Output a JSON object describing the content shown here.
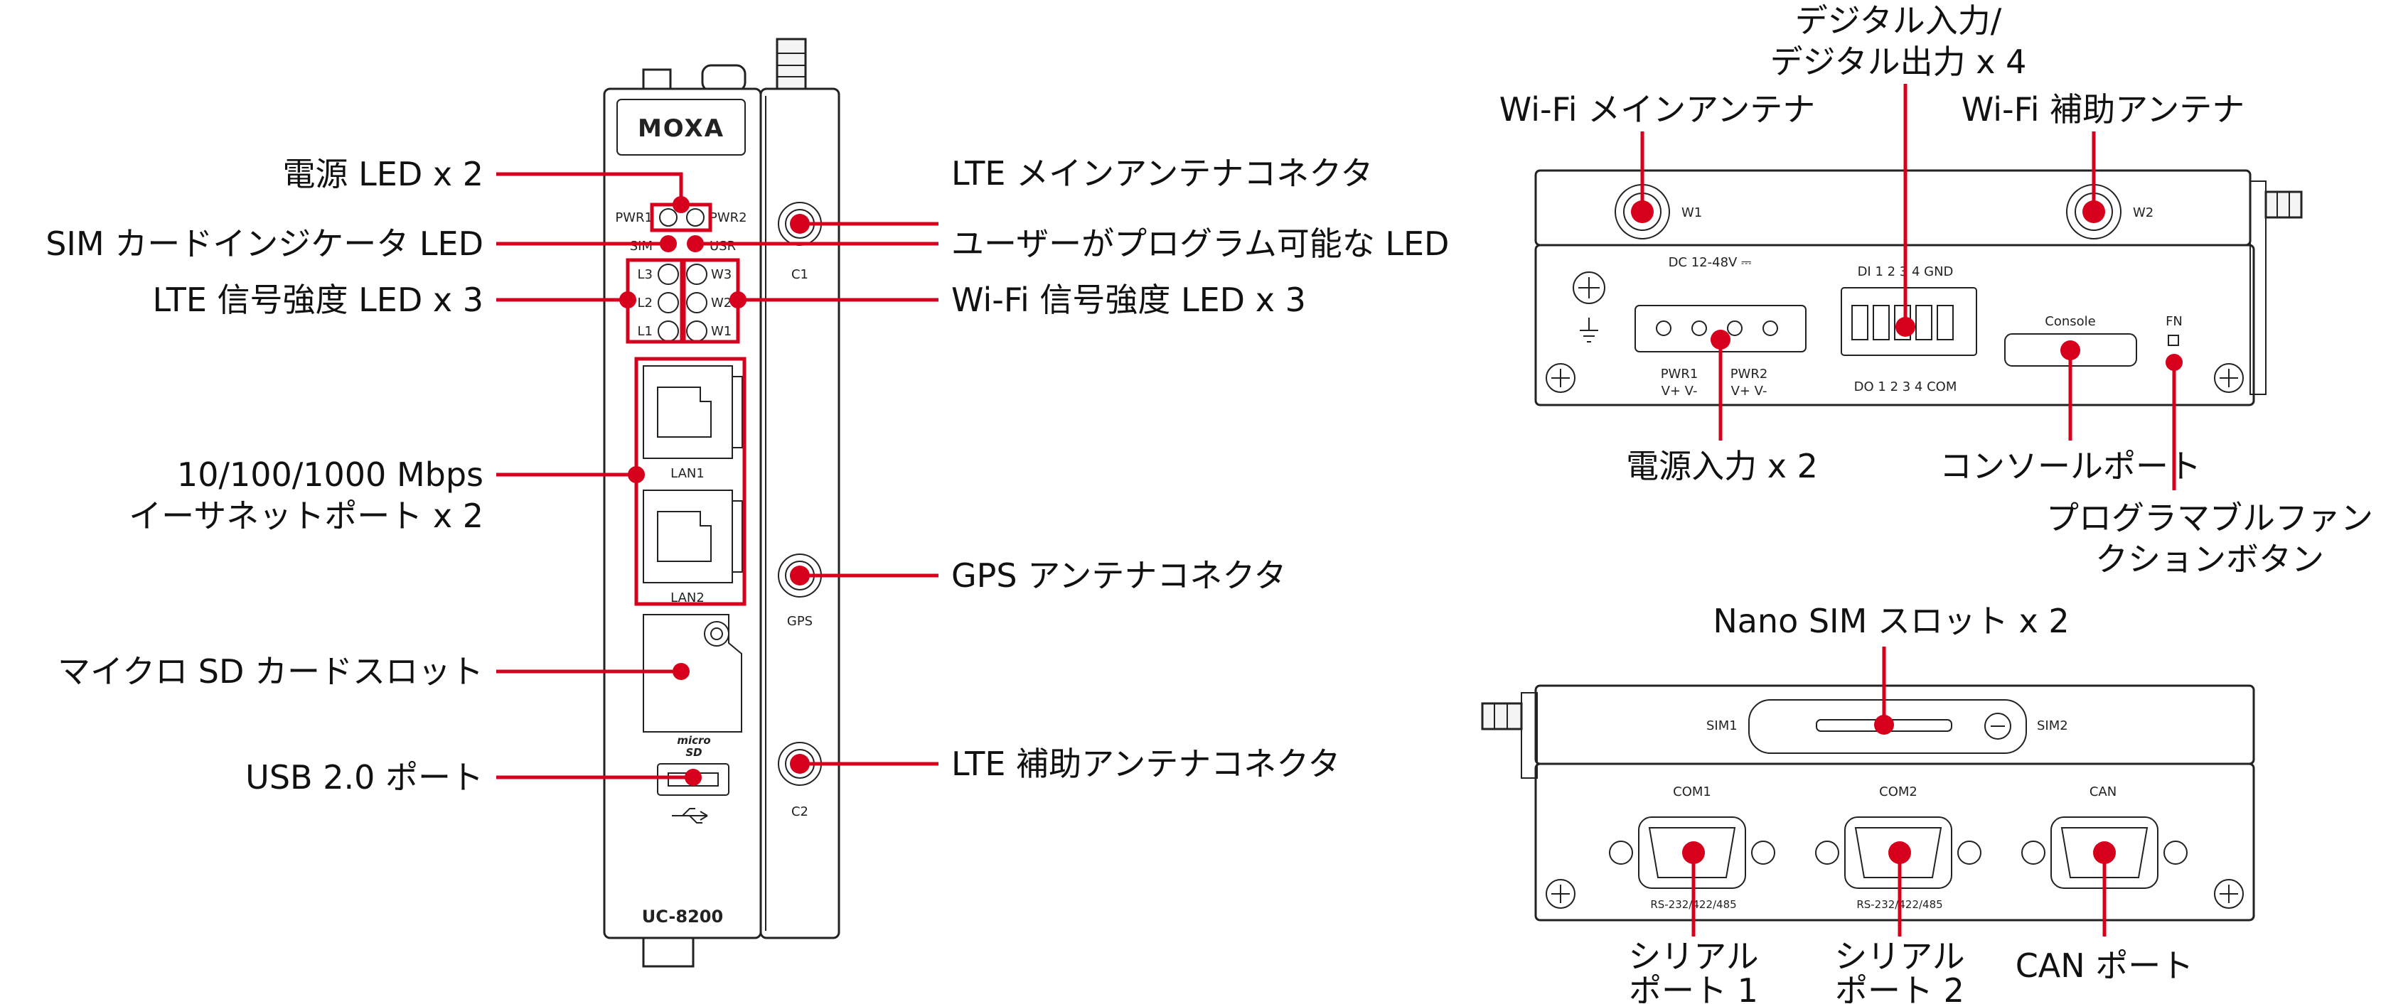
{
  "colors": {
    "accent": "#d6001c",
    "outline": "#222222"
  },
  "front": {
    "logo": "MOXA",
    "model": "UC-8200",
    "led_pwr1": "PWR1",
    "led_pwr2": "PWR2",
    "led_sim": "SIM",
    "led_usr": "USR",
    "led_l3": "L3",
    "led_l2": "L2",
    "led_l1": "L1",
    "led_w3": "W3",
    "led_w2": "W2",
    "led_w1": "W1",
    "lan1": "LAN1",
    "lan2": "LAN2",
    "micro": "micro",
    "sd": "SD",
    "ant_c1": "C1",
    "ant_gps": "GPS",
    "ant_c2": "C2"
  },
  "top_panel": {
    "w1": "W1",
    "w2": "W2",
    "dc": "DC 12-48V ⎓",
    "pwr1": "PWR1",
    "pwr2": "PWR2",
    "vpm1": "V+  V-",
    "vpm2": "V+  V-",
    "di_row": "DI  1  2  3  4  GND",
    "do_row": "DO  1  2  3  4  COM",
    "console": "Console",
    "fn": "FN"
  },
  "bottom_panel": {
    "sim1": "SIM1",
    "sim2": "SIM2",
    "com1": "COM1",
    "com2": "COM2",
    "can": "CAN",
    "rs1": "RS-232/422/485",
    "rs2": "RS-232/422/485"
  },
  "callouts": {
    "power_led": "電源 LED x 2",
    "sim_led": "SIM カードインジケータ LED",
    "lte_led": "LTE 信号強度 LED x 3",
    "eth_line1": "10/100/1000 Mbps",
    "eth_line2": "イーサネットポート x 2",
    "microsd": "マイクロ SD カードスロット",
    "usb": "USB 2.0 ポート",
    "lte_main": "LTE メインアンテナコネクタ",
    "user_led": "ユーザーがプログラム可能な LED",
    "wifi_led": "Wi-Fi 信号強度 LED x 3",
    "gps": "GPS アンテナコネクタ",
    "lte_aux": "LTE 補助アンテナコネクタ",
    "dio_line1": "デジタル入力/",
    "dio_line2": "デジタル出力 x 4",
    "wifi_main": "Wi-Fi メインアンテナ",
    "wifi_aux": "Wi-Fi 補助アンテナ",
    "power_input": "電源入力 x 2",
    "console_port": "コンソールポート",
    "fn_line1": "プログラマブルファン",
    "fn_line2": "クションボタン",
    "nano_sim": "Nano SIM スロット x 2",
    "serial1_line1": "シリアル",
    "serial1_line2": "ポート 1",
    "serial2_line1": "シリアル",
    "serial2_line2": "ポート 2",
    "can_port": "CAN ポート"
  }
}
